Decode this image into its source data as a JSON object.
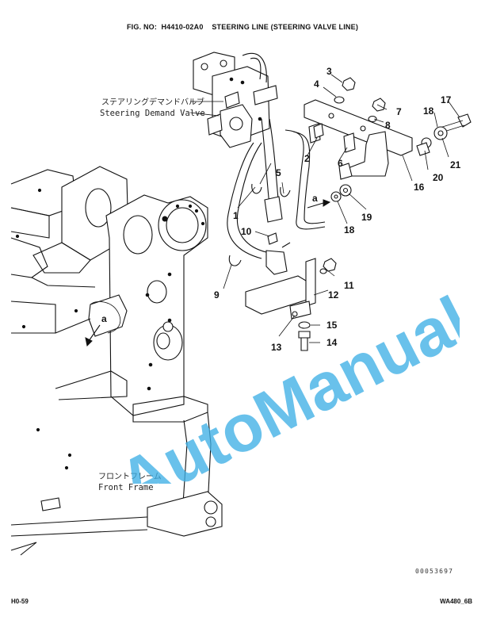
{
  "header": {
    "fig_label": "FIG. NO:",
    "fig_number": "H4410-02A0",
    "title": "STEERING LINE (STEERING VALVE LINE)"
  },
  "labels": {
    "steering_valve_ja": "ステアリングデマンドバルブ",
    "steering_valve_en": "Steering Demand Valve",
    "front_frame_ja": "フロントフレーム",
    "front_frame_en": "Front Frame"
  },
  "callouts": {
    "c1": "1",
    "c2": "2",
    "c3": "3",
    "c4": "4",
    "c5": "5",
    "c6": "6",
    "c7": "7",
    "c8": "8",
    "c9": "9",
    "c10": "10",
    "c11": "11",
    "c12": "12",
    "c13": "13",
    "c14": "14",
    "c15": "15",
    "c16": "16",
    "c17": "17",
    "c18a": "18",
    "c18b": "18",
    "c19": "19",
    "c20": "20",
    "c21": "21",
    "a1": "a",
    "a2": "a"
  },
  "watermark": "AutoManual",
  "image_id": "00053697",
  "footer": {
    "page": "H0-59",
    "model": "WA480_6B"
  },
  "colors": {
    "watermark": "#3fb0e6",
    "line": "#111111"
  }
}
